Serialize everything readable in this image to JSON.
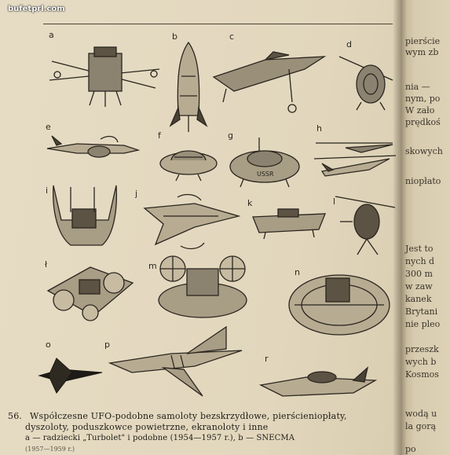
{
  "watermark": "bufetprl.com",
  "figure": {
    "labels": {
      "a": "a",
      "b": "b",
      "c": "c",
      "d": "d",
      "e": "e",
      "f": "f",
      "g": "g",
      "h": "h",
      "i": "i",
      "j": "j",
      "k": "k",
      "l": "l",
      "l_stroke": "ł",
      "m": "m",
      "n": "n",
      "o": "o",
      "p": "p",
      "r": "r"
    },
    "saucer_marking": "USSR"
  },
  "caption": {
    "number": "56.",
    "line1": "Współczesne UFO-podobne samoloty bezskrzydłowe, pierścieniopłaty,",
    "line2": "dyszoloty, poduszkowce powietrzne, ekranoloty i inne",
    "line3": "a — radziecki „Turbolet\" i podobne (1954—1957 r.), b — SNECMA",
    "line4": "(1957—1959 r.)"
  },
  "right_page": {
    "lines": [
      "pierście",
      "wym zb",
      "nia —",
      "nym, po",
      "W zało",
      "prędkoś",
      "skowych",
      "niopłato",
      "Jest to",
      "nych d",
      "300 m",
      "w zaw",
      "kanek",
      "Brytani",
      "nie pleo",
      "przeszk",
      "wych b",
      "Kosmos",
      "wodą u",
      "la gorą",
      "po"
    ]
  }
}
